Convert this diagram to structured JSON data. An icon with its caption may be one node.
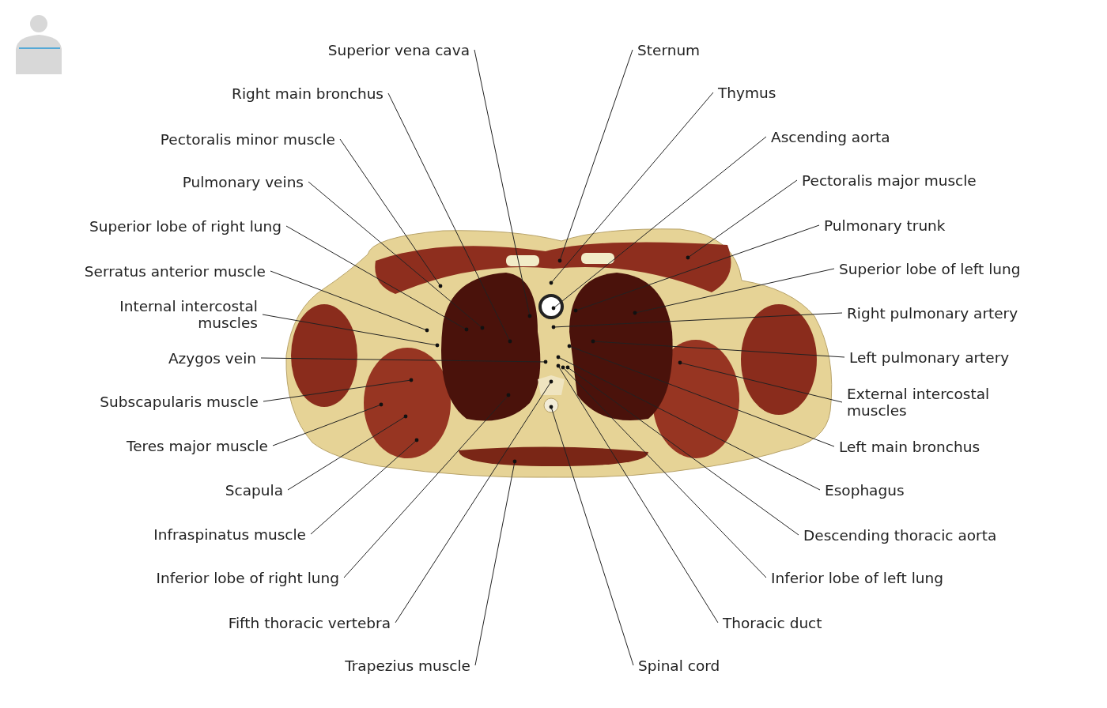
{
  "diagram": {
    "nodes": [
      {
        "text": [
          "Superior vena cava"
        ]
      },
      {
        "text": [
          "Right main bronchus"
        ]
      },
      {
        "text": [
          "Pectoralis minor muscle"
        ]
      },
      {
        "text": [
          "Pulmonary veins"
        ]
      },
      {
        "text": [
          "Superior lobe of right lung"
        ]
      },
      {
        "text": [
          "Serratus anterior muscle"
        ]
      },
      {
        "text": [
          "Internal intercostal muscles"
        ]
      },
      {
        "text": [
          "Azygos vein"
        ]
      },
      {
        "text": [
          "Subscapularis muscle"
        ]
      },
      {
        "text": [
          "Teres major muscle"
        ]
      },
      {
        "text": [
          "Scapula"
        ]
      },
      {
        "text": [
          "Infraspinatus muscle"
        ]
      },
      {
        "text": [
          "Inferior lobe of right lung"
        ]
      },
      {
        "text": [
          "Fifth thoracic vertebra"
        ]
      },
      {
        "text": [
          "Trapezius muscle"
        ]
      },
      {
        "text": [
          "Sternum"
        ]
      },
      {
        "text": [
          "Thymus"
        ]
      },
      {
        "text": [
          "Ascending aorta"
        ]
      },
      {
        "text": [
          "Pectoralis major muscle"
        ]
      },
      {
        "text": [
          "Pulmonary trunk"
        ]
      },
      {
        "text": [
          "Superior lobe of left lung"
        ]
      },
      {
        "text": [
          "Right pulmonary artery"
        ]
      },
      {
        "text": [
          "Left pulmonary artery"
        ]
      },
      {
        "text": [
          "External intercostal muscles"
        ]
      },
      {
        "text": [
          "Left main bronchus"
        ]
      },
      {
        "text": [
          "Esophagus"
        ]
      },
      {
        "text": [
          "Descending thoracic aorta"
        ]
      },
      {
        "text": [
          "Inferior lobe of left lung"
        ]
      },
      {
        "text": [
          "Thoracic duct"
        ]
      },
      {
        "text": [
          "Spinal cord"
        ]
      }
    ],
    "edges": [
      {
        "from": 0,
        "to": null,
        "arrow": "other"
      },
      {
        "from": 1,
        "to": null,
        "arrow": "other"
      },
      {
        "from": 2,
        "to": null,
        "arrow": "other"
      },
      {
        "from": 3,
        "to": null,
        "arrow": "other"
      },
      {
        "from": 4,
        "to": null,
        "arrow": "other"
      },
      {
        "from": 5,
        "to": null,
        "arrow": "other"
      },
      {
        "from": 6,
        "to": null,
        "arrow": "other"
      },
      {
        "from": 7,
        "to": null,
        "arrow": "other"
      },
      {
        "from": 8,
        "to": null,
        "arrow": "other"
      },
      {
        "from": 9,
        "to": null,
        "arrow": "other"
      },
      {
        "from": 10,
        "to": null,
        "arrow": "other"
      },
      {
        "from": 11,
        "to": null,
        "arrow": "other"
      },
      {
        "from": 12,
        "to": null,
        "arrow": "other"
      },
      {
        "from": 13,
        "to": null,
        "arrow": "other"
      },
      {
        "from": 14,
        "to": null,
        "arrow": "other"
      },
      {
        "from": 15,
        "to": null,
        "arrow": "other"
      },
      {
        "from": 16,
        "to": null,
        "arrow": "other"
      },
      {
        "from": 17,
        "to": null,
        "arrow": "other"
      },
      {
        "from": 18,
        "to": null,
        "arrow": "other"
      },
      {
        "from": 19,
        "to": null,
        "arrow": "other"
      },
      {
        "from": 20,
        "to": null,
        "arrow": "other"
      },
      {
        "from": 21,
        "to": null,
        "arrow": "other"
      },
      {
        "from": 22,
        "to": null,
        "arrow": "other"
      },
      {
        "from": 23,
        "to": null,
        "arrow": "other"
      },
      {
        "from": 24,
        "to": null,
        "arrow": "other"
      },
      {
        "from": 25,
        "to": null,
        "arrow": "other"
      },
      {
        "from": 26,
        "to": null,
        "arrow": "other"
      },
      {
        "from": 27,
        "to": null,
        "arrow": "other"
      },
      {
        "from": 28,
        "to": null,
        "arrow": "other"
      },
      {
        "from": 29,
        "to": null,
        "arrow": "other"
      }
    ]
  }
}
